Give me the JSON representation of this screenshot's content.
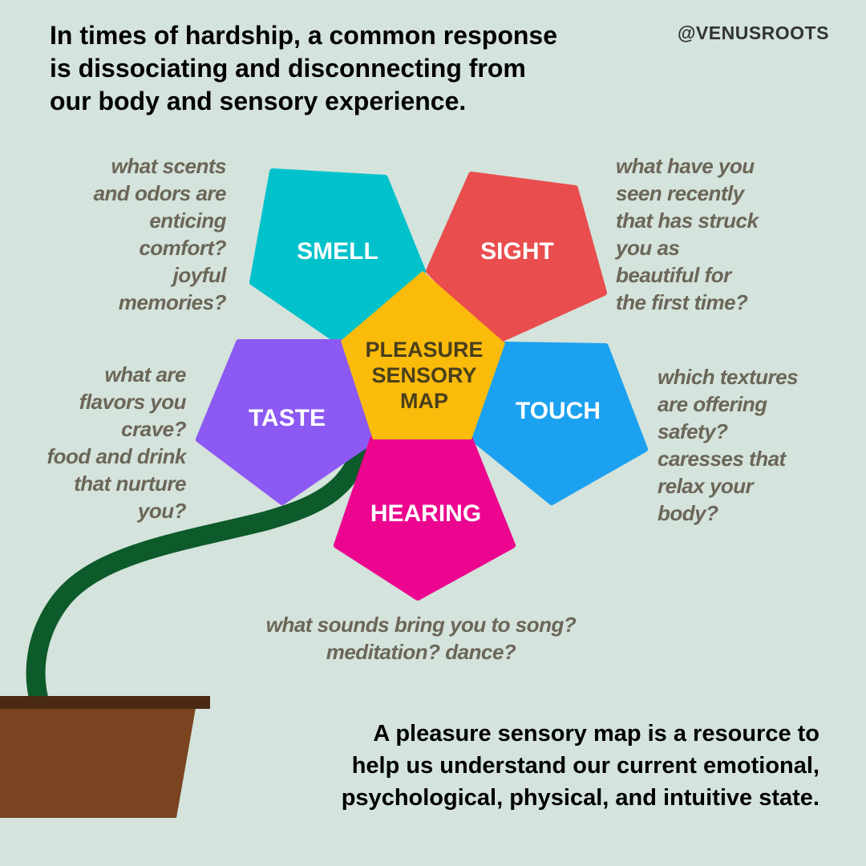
{
  "intro": {
    "lines": [
      "In times of hardship, a common response",
      "is dissociating and disconnecting from",
      "our body and sensory experience."
    ]
  },
  "handle": "@VENUSROOTS",
  "center": {
    "lines": [
      "PLEASURE",
      "SENSORY",
      "MAP"
    ],
    "color": "#fbbb0b"
  },
  "petals": [
    {
      "label": "SMELL",
      "color": "#01c2cb",
      "question": [
        "what scents",
        "and odors are",
        "enticing",
        "comfort?",
        "joyful",
        "memories?"
      ]
    },
    {
      "label": "SIGHT",
      "color": "#e94d4d",
      "question": [
        "what have you",
        "seen recently",
        "that has struck",
        "you as",
        "beautiful for",
        "the first time?"
      ]
    },
    {
      "label": "TASTE",
      "color": "#8c59f2",
      "question": [
        "what are",
        "flavors you",
        "crave?",
        "food and drink",
        "that nurture",
        "you?"
      ]
    },
    {
      "label": "TOUCH",
      "color": "#1ca1f0",
      "question": [
        "which textures",
        "are offering",
        "safety?",
        "caresses that",
        "relax your",
        "body?"
      ]
    },
    {
      "label": "HEARING",
      "color": "#ec058f",
      "question": [
        "what sounds bring you to song?",
        "meditation? dance?"
      ]
    }
  ],
  "summary": {
    "lines": [
      "A pleasure sensory map is a resource to",
      "help us understand our current emotional,",
      "psychological, physical, and intuitive state."
    ]
  },
  "colors": {
    "background": "#d4e3dc",
    "stem": "#0d5a2a",
    "pot_rim": "#4a2a14",
    "pot_body": "#7a4421",
    "question_text": "#6b6658"
  }
}
